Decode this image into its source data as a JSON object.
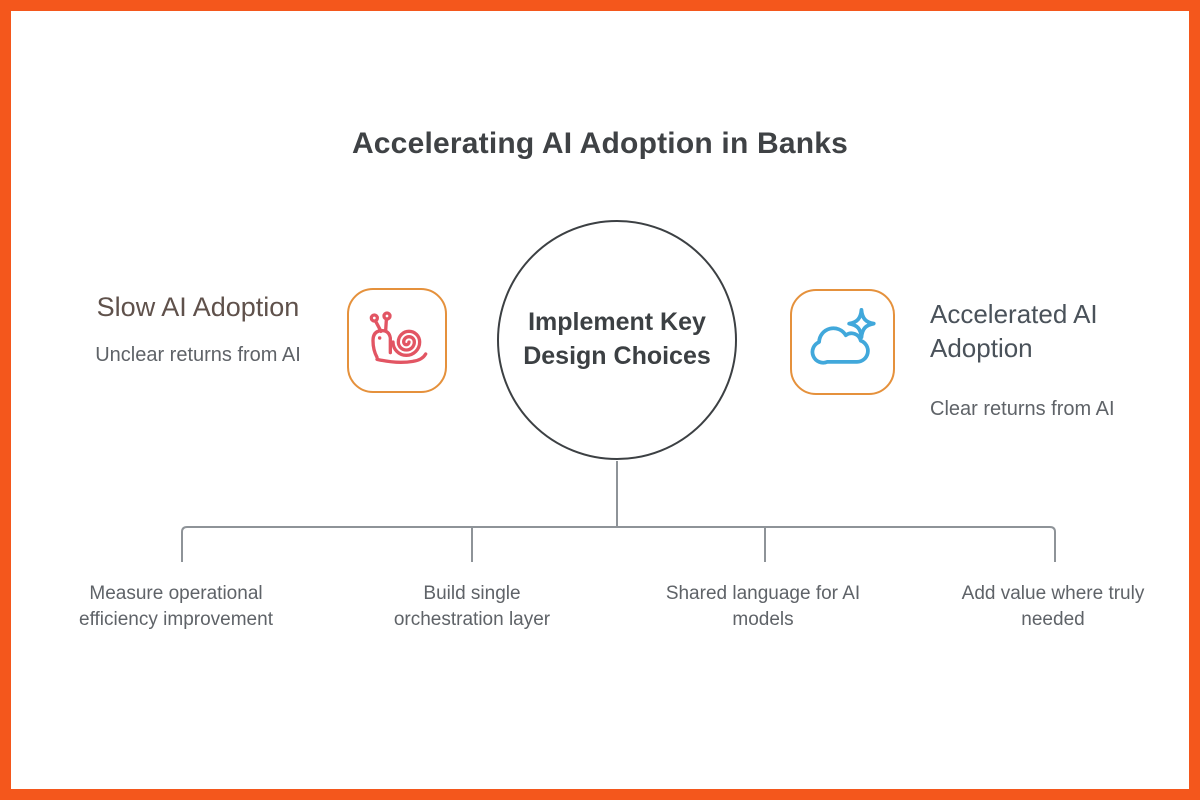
{
  "title": "Accelerating AI Adoption in Banks",
  "colors": {
    "frame_orange": "#F4571C",
    "icon_box_border": "#E5913C",
    "snail_red": "#E25563",
    "cloud_blue": "#41A8DB",
    "circle_stroke": "#3C4043",
    "connector_gray": "#8E9398",
    "title_text": "#3F4245",
    "slow_heading_text": "#5F514B",
    "accelerated_heading_text": "#4A525A",
    "subtitle_text": "#5F6368"
  },
  "center": {
    "label": "Implement Key Design Choices"
  },
  "left": {
    "heading": "Slow AI Adoption",
    "subtitle": "Unclear returns from AI",
    "icon": "snail-icon"
  },
  "right": {
    "heading": "Accelerated AI Adoption",
    "subtitle": "Clear returns from AI",
    "icon": "cloud-sparkle-icon"
  },
  "branches": [
    {
      "label": "Measure operational efficiency improvement"
    },
    {
      "label": "Build single orchestration layer"
    },
    {
      "label": "Shared language for AI models"
    },
    {
      "label": "Add value where truly needed"
    }
  ]
}
